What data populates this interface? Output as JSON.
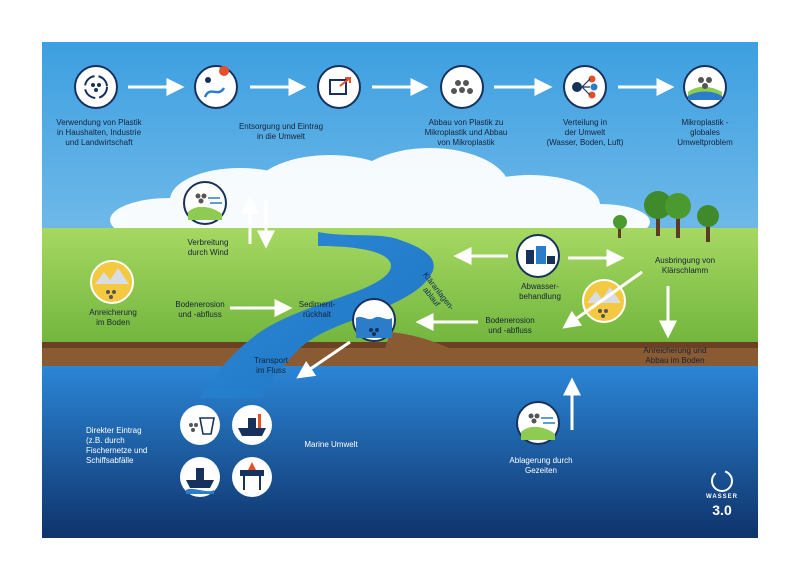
{
  "top_steps": [
    {
      "label": "Verwendung von Plastik\nin Haushalten, Industrie\nund Landwirtschaft",
      "icon": "recycle-icon"
    },
    {
      "label": "Entsorgung und Eintrag\nin die Umwelt",
      "icon": "route-pin-icon"
    },
    {
      "label": "Abbau von Plastik zu\nMikroplastik und Abbau\nvon Mikroplastik",
      "icon": "export-arrow-icon"
    },
    {
      "label": "Verteilung in\nder Umwelt\n(Wasser, Boden, Luft)",
      "icon": "particles-icon"
    },
    {
      "label": "Mikroplastik -\nglobales\nUmweltproblem",
      "icon": "distribution-icon"
    }
  ],
  "labels": {
    "wind": "Verbreitung\ndurch Wind",
    "soil_accumulation": "Anreicherung\nim Boden",
    "erosion_left": "Bodenerosion\nund -abfluss",
    "sediment": "Sediment-\nrückhalt",
    "treatment_outflow": "Kläranlagen-\nablauf",
    "wastewater": "Abwasser-\nbehandlung",
    "sludge": "Ausbringung von\nKlärschlamm",
    "erosion_right": "Bodenerosion\nund -abfluss",
    "accumulation_right": "Anreicherung und\nAbbau im Boden",
    "river_transport": "Transport\nim Fluss",
    "direct_input": "Direkter Eintrag\n(z.B. durch\nFischernetze und\nSchiffsabfälle",
    "marine": "Marine Umwelt",
    "tides": "Ablagerung durch\nGezeiten"
  },
  "brand": {
    "line1": "WASSER",
    "line2": "3.0"
  },
  "colors": {
    "sky": "#4aa9e3",
    "grass": "#8ecb52",
    "soil": "#8a5a33",
    "river": "#2f8fd3",
    "sea_top": "#2a7fcf",
    "sea_bottom": "#123c7a",
    "icon_dark": "#16325c",
    "accent_orange": "#e2502c"
  }
}
